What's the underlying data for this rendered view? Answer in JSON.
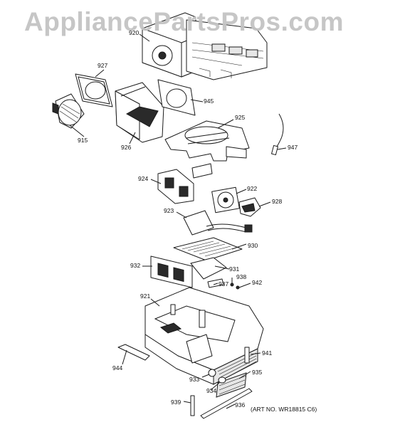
{
  "watermark": "AppliancePartsPros.com",
  "callouts": {
    "c920": "920",
    "c927": "927",
    "c945": "945",
    "c915": "915",
    "c926": "926",
    "c925": "925",
    "c947": "947",
    "c924": "924",
    "c922": "922",
    "c928": "928",
    "c923": "923",
    "c930": "930",
    "c932": "932",
    "c931": "931",
    "c938": "938",
    "c937": "937",
    "c942": "942",
    "c921": "921",
    "c941": "941",
    "c944": "944",
    "c935": "935",
    "c933": "933",
    "c934": "934",
    "c939": "939",
    "c936": "936"
  },
  "art_number": "(ART NO. WR18815 C6)"
}
